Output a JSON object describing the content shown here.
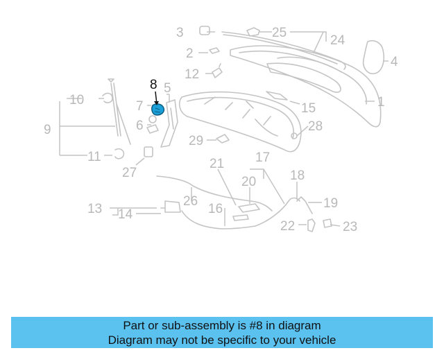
{
  "diagram": {
    "highlighted_part": "8",
    "colors": {
      "line": "#c4c4c4",
      "callout": "#b8b8b8",
      "highlight_label": "#111111",
      "highlight_part": "#1a9fd9",
      "banner": "#5bc2f0"
    },
    "callouts": [
      "1",
      "2",
      "3",
      "4",
      "5",
      "6",
      "7",
      "8",
      "9",
      "10",
      "11",
      "12",
      "13",
      "14",
      "15",
      "16",
      "17",
      "18",
      "19",
      "20",
      "21",
      "22",
      "23",
      "24",
      "25",
      "26",
      "27",
      "28",
      "29"
    ]
  },
  "banner": {
    "line1": "Part or sub-assembly is #8 in diagram",
    "line2": "Diagram may not be specific to your vehicle"
  }
}
